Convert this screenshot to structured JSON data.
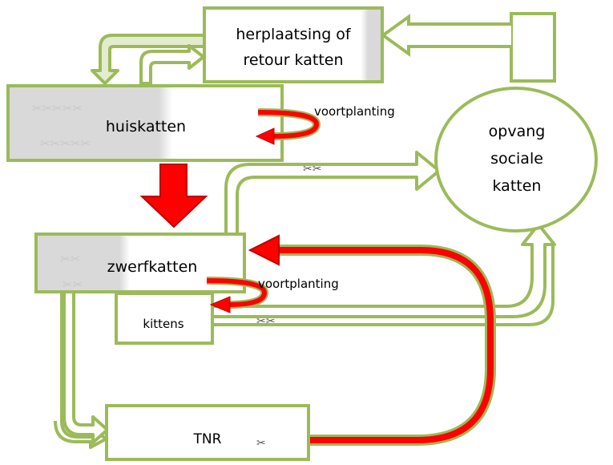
{
  "nodes": {
    "herplaatsing_line1": "herplaatsing of",
    "herplaatsing_line2": "retour katten",
    "huiskatten": "huiskatten",
    "opvang_line1": "opvang",
    "opvang_line2": "sociale",
    "opvang_line3": "katten",
    "zwerfkatten": "zwerfkatten",
    "kittens": "kittens",
    "tnr": "TNR"
  },
  "labels": {
    "voortplanting_top": "voortplanting",
    "voortplanting_bottom": "voortplanting"
  },
  "symbols": {
    "scissor": "✂",
    "scissor_pair": "✂✂",
    "scissor_row_top": "✂✂✂✂✂",
    "scissor_row_bottom": "✂✂✂✂✂",
    "zwerf_scissor_top": "✂✂",
    "zwerf_scissor_bottom": "✂✂"
  },
  "colors": {
    "green": "#9bbb59",
    "light_green_fill": "#ffffff",
    "red": "#ff0000",
    "dark_red": "#c00000",
    "gray_fill": "#d9d9d9"
  }
}
